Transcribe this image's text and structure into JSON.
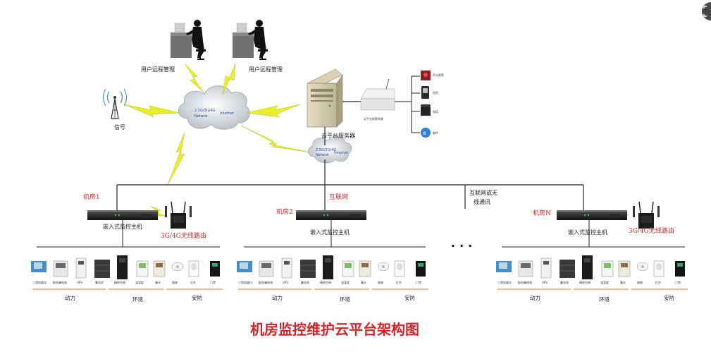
{
  "title": "机房监控维护云平台架构图",
  "remote_label": "用户远程管理",
  "signal_label": "信号",
  "cloud_main": {
    "line1": "2.5G/3G/4G",
    "line2": "Netwok",
    "line3": "Internet"
  },
  "cloud_small": {
    "line1": "2.5G/3G/4G",
    "line2": "Netwok",
    "line3": "Internet"
  },
  "server_label": "云平台服务器",
  "alarm_label": "云平台报警系统",
  "alarm_outputs": [
    "声光报警",
    "短信",
    "电话",
    "邮件"
  ],
  "internet_label": "互联网",
  "wireless_label_1": "互联网或无",
  "wireless_label_2": "线通讯",
  "ellipsis": "...",
  "host_label": "嵌入式监控主机",
  "router_label": "3G/4G无线路由",
  "rooms": [
    {
      "name": "机房1",
      "has_router": true
    },
    {
      "name": "机房2",
      "has_router": false
    },
    {
      "name": "机房N",
      "has_router": true
    }
  ],
  "devices": [
    "三相电量仪",
    "配电漏电测",
    "UPS",
    "蓄电池",
    "精密空调",
    "温湿度",
    "漏水",
    "烟感",
    "红外",
    "门禁"
  ],
  "groups": [
    "动力",
    "环境",
    "安防"
  ],
  "colors": {
    "bolt": "#e8ef2a",
    "title": "#d0262b",
    "room_label": "#c0272d",
    "group_line": "#e07b2a"
  },
  "icons": {
    "fullscreen": "expand-icon"
  }
}
